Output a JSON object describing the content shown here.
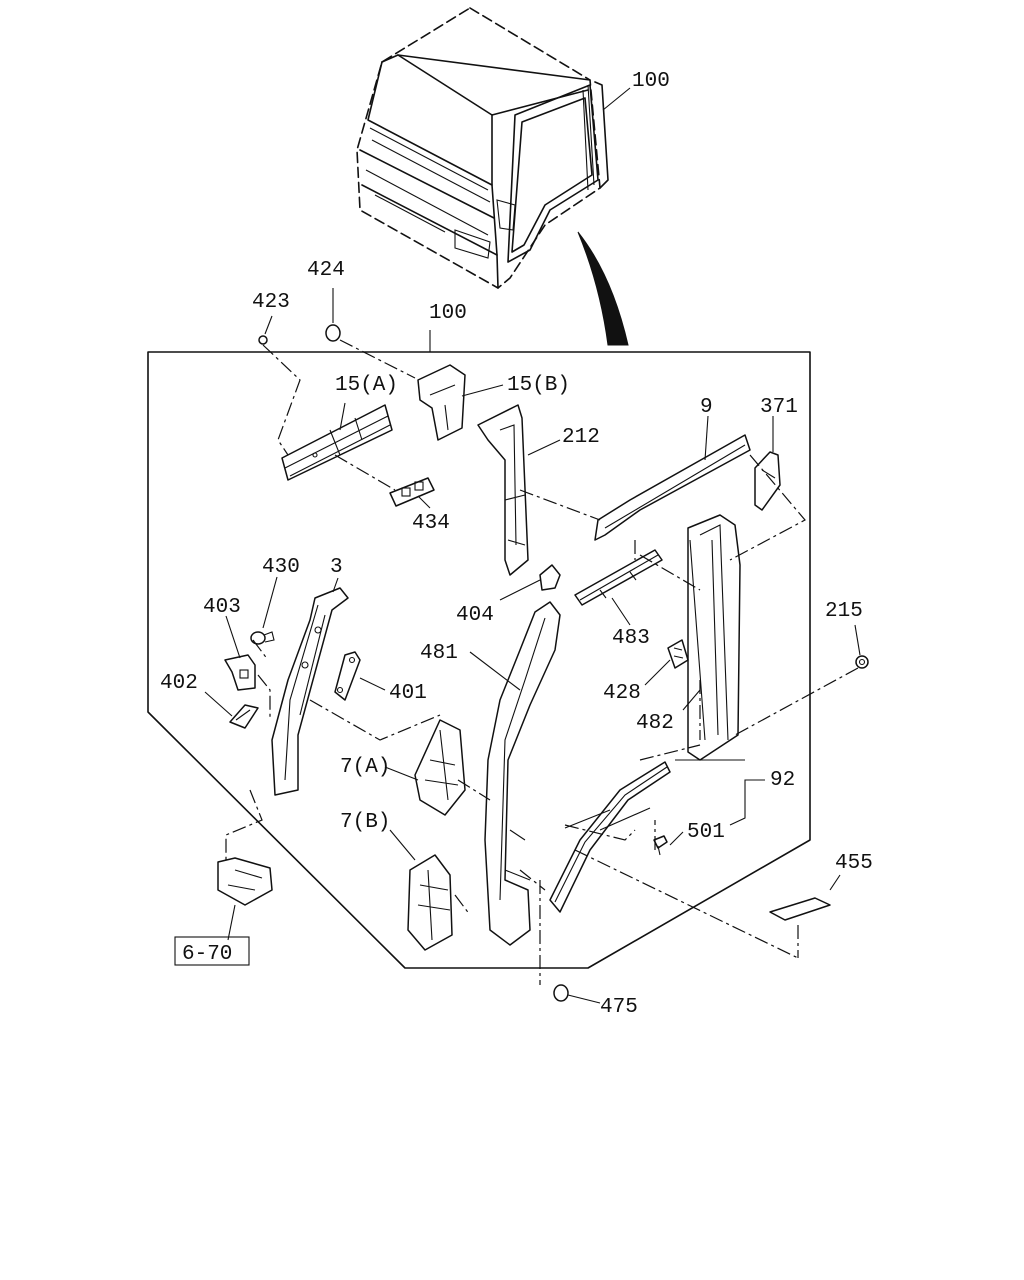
{
  "diagram": {
    "labels": {
      "l100_top": "100",
      "l100_box": "100",
      "l424": "424",
      "l423": "423",
      "l15a": "15(A)",
      "l15b": "15(B)",
      "l212": "212",
      "l9": "9",
      "l371": "371",
      "l434": "434",
      "l430": "430",
      "l3": "3",
      "l403": "403",
      "l402": "402",
      "l401": "401",
      "l404": "404",
      "l481": "481",
      "l483": "483",
      "l428": "428",
      "l482": "482",
      "l215": "215",
      "l7a": "7(A)",
      "l7b": "7(B)",
      "l92": "92",
      "l501": "501",
      "l455": "455",
      "l670": "6-70",
      "l475": "475"
    }
  }
}
